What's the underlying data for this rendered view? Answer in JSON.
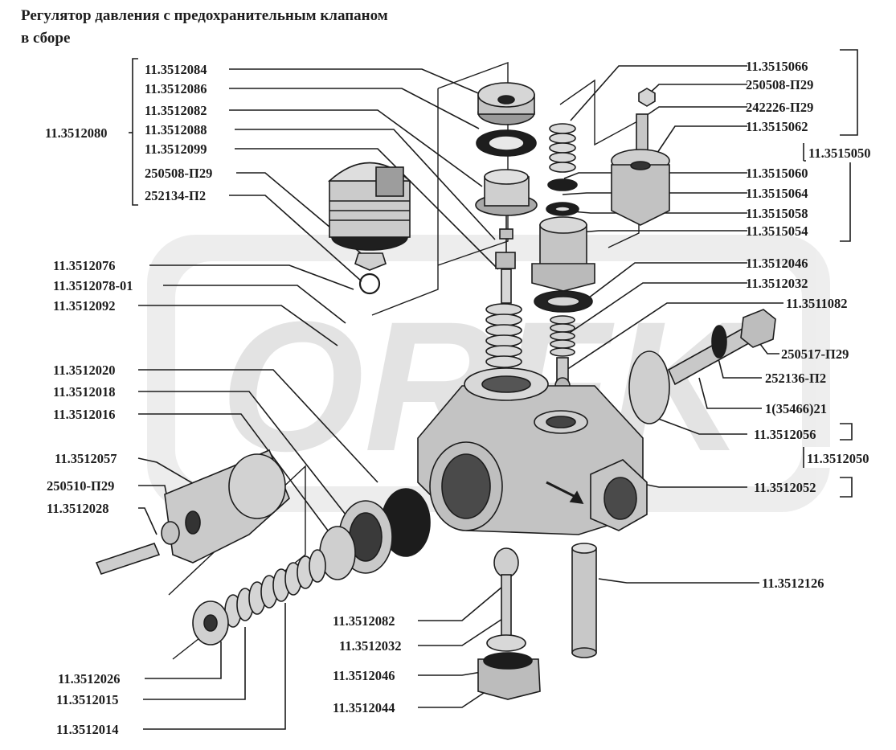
{
  "title": "Регулятор давления с предохранительным клапаном\nв сборе",
  "watermark": "ORFK",
  "colors": {
    "line": "#1c1c1c",
    "watermark": "#e4e4e4",
    "part": "#b8b8b8",
    "part_dark": "#444444"
  },
  "labels": {
    "p3512084": "11.3512084",
    "p3512086": "11.3512086",
    "p3512082_top": "11.3512082",
    "p3512088": "11.3512088",
    "p3512099": "11.3512099",
    "p250508_left": "250508-П29",
    "p252134": "252134-П2",
    "p3512080": "11.3512080",
    "p3512076": "11.3512076",
    "p3512078": "11.3512078-01",
    "p3512092": "11.3512092",
    "p3512020": "11.3512020",
    "p3512018": "11.3512018",
    "p3512016": "11.3512016",
    "p3512057": "11.3512057",
    "p250510": "250510-П29",
    "p3512028": "11.3512028",
    "p3512026": "11.3512026",
    "p3512015": "11.3512015",
    "p3512014": "11.3512014",
    "p3515066": "11.3515066",
    "p250508_right": "250508-П29",
    "p242226": "242226-П29",
    "p3515062": "11.3515062",
    "p3515050": "11.3515050",
    "p3515060": "11.3515060",
    "p3515064": "11.3515064",
    "p3515058": "11.3515058",
    "p3515054": "11.3515054",
    "p3512046_top": "11.3512046",
    "p3512032_top": "11.3512032",
    "p3511082": "11.3511082",
    "p250517": "250517-П29",
    "p252136": "252136-П2",
    "p35466": "1(35466)21",
    "p3512056": "11.3512056",
    "p3512050": "11.3512050",
    "p3512052": "11.3512052",
    "p3512126": "11.3512126",
    "p3512082_bot": "11.3512082",
    "p3512032_bot": "11.3512032",
    "p3512046_bot": "11.3512046",
    "p3512044": "11.3512044"
  }
}
